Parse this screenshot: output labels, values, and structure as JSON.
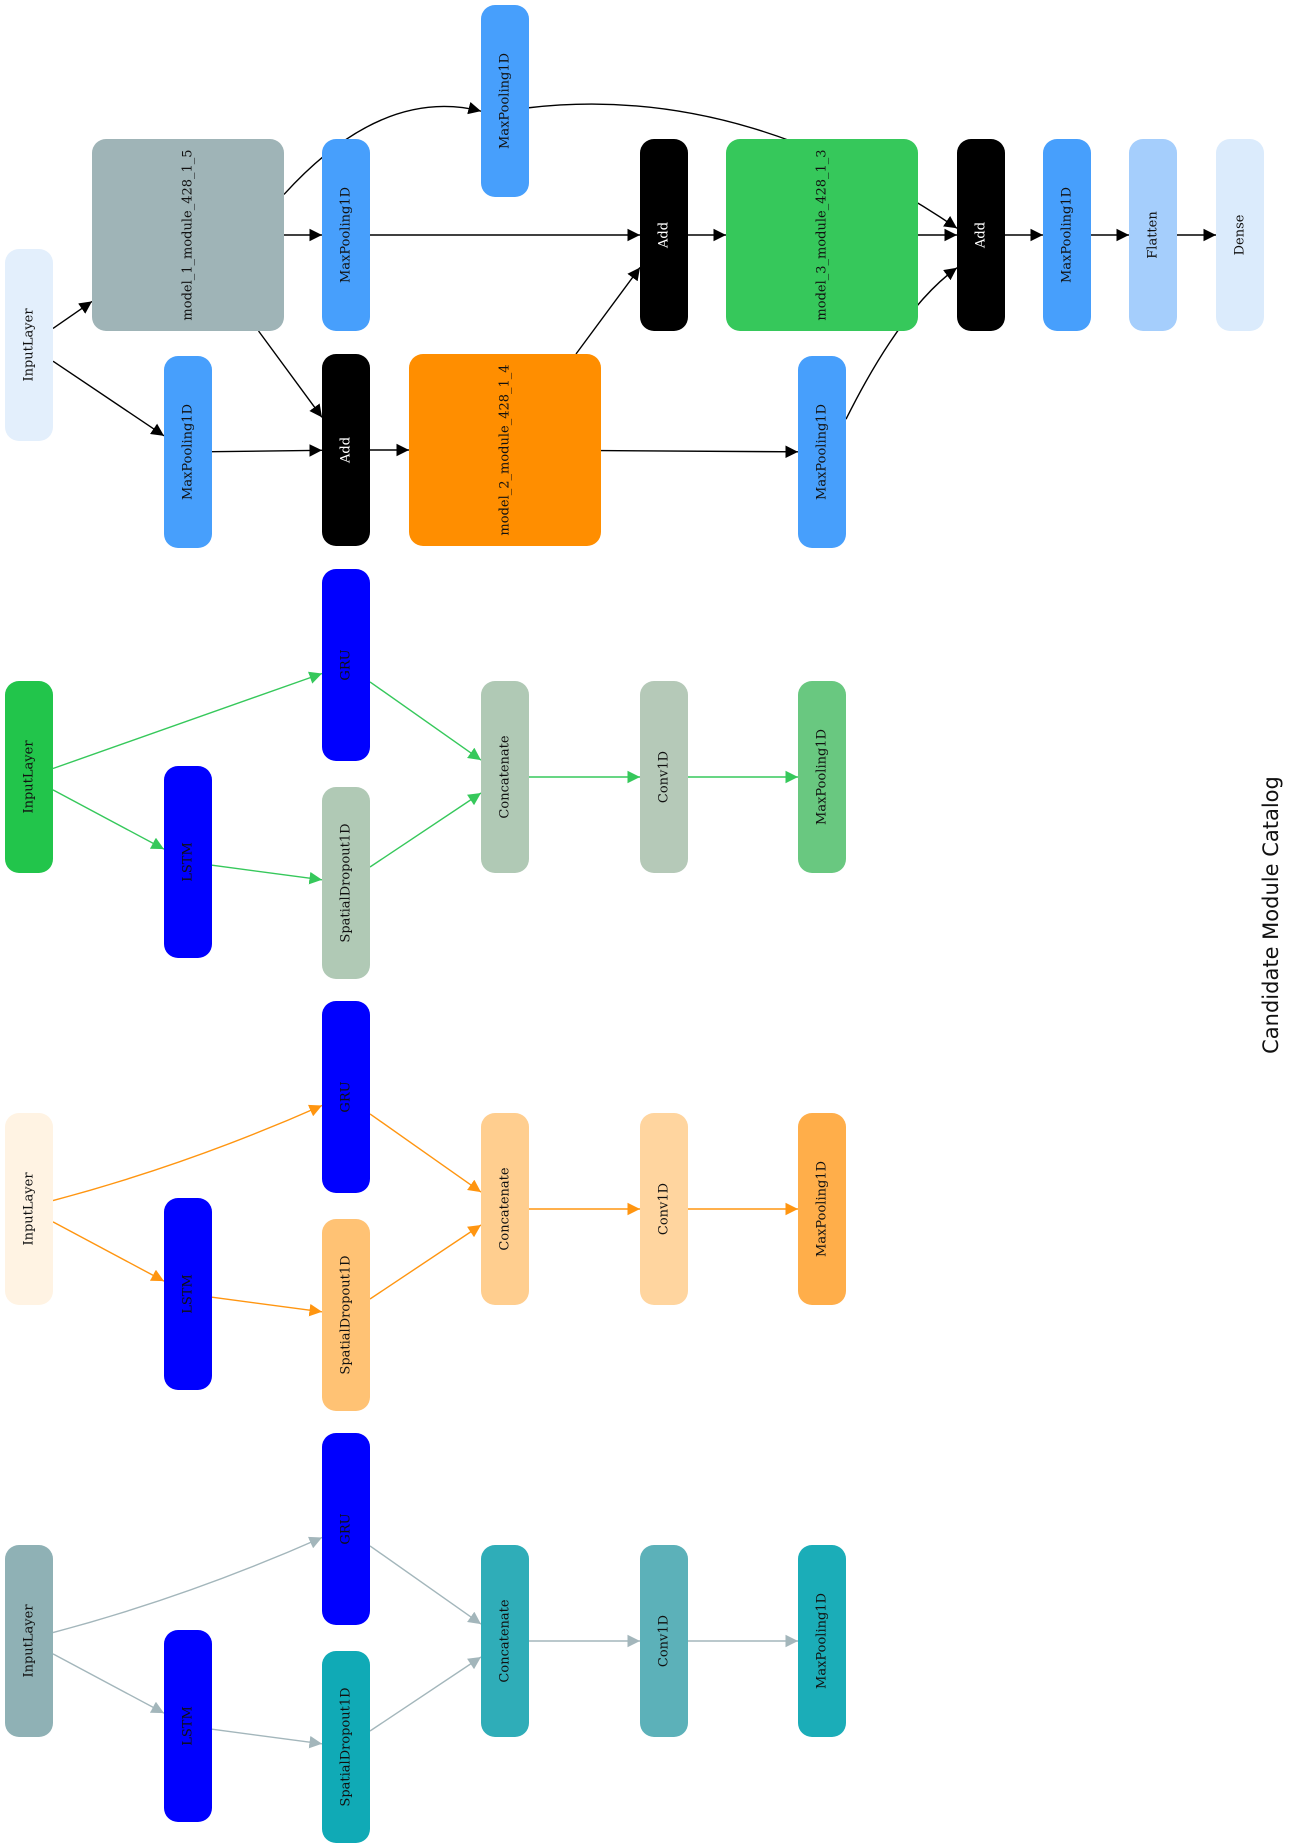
{
  "title": "Candidate Module Catalog",
  "modules": [
    {
      "id": "top",
      "edge_color": "#000000",
      "nodes": [
        {
          "id": "in",
          "label": "InputLayer",
          "fill": "#e3effc",
          "text": "#111111"
        },
        {
          "id": "m1",
          "label": "model_1_module_428_1_5",
          "fill": "#9fb4b7",
          "text": "#111111"
        },
        {
          "id": "mpA",
          "label": "MaxPooling1D",
          "fill": "#479ffc",
          "text": "#111111"
        },
        {
          "id": "mpB",
          "label": "MaxPooling1D",
          "fill": "#479ffc",
          "text": "#111111"
        },
        {
          "id": "mpC",
          "label": "MaxPooling1D",
          "fill": "#479ffc",
          "text": "#111111"
        },
        {
          "id": "add1",
          "label": "Add",
          "fill": "#000000",
          "text": "#ffffff"
        },
        {
          "id": "m2",
          "label": "model_2_module_428_1_4",
          "fill": "#ff8e00",
          "text": "#111111"
        },
        {
          "id": "add2",
          "label": "Add",
          "fill": "#000000",
          "text": "#ffffff"
        },
        {
          "id": "m3",
          "label": "model_3_module_428_1_3",
          "fill": "#36c85b",
          "text": "#111111"
        },
        {
          "id": "mpD",
          "label": "MaxPooling1D",
          "fill": "#479ffc",
          "text": "#111111"
        },
        {
          "id": "add3",
          "label": "Add",
          "fill": "#000000",
          "text": "#ffffff"
        },
        {
          "id": "mpE",
          "label": "MaxPooling1D",
          "fill": "#479ffc",
          "text": "#111111"
        },
        {
          "id": "flat",
          "label": "Flatten",
          "fill": "#a5cefc",
          "text": "#111111"
        },
        {
          "id": "dense",
          "label": "Dense",
          "fill": "#dbebfc",
          "text": "#111111"
        }
      ]
    },
    {
      "id": "green",
      "edge_color": "#36c85b",
      "nodes": [
        {
          "id": "in",
          "label": "InputLayer",
          "fill": "#22c54b",
          "text": "#111111"
        },
        {
          "id": "lstm",
          "label": "LSTM",
          "fill": "#0000ff",
          "text": "#111111"
        },
        {
          "id": "gru",
          "label": "GRU",
          "fill": "#0000ff",
          "text": "#111111"
        },
        {
          "id": "sd",
          "label": "SpatialDropout1D",
          "fill": "#b0c9b5",
          "text": "#111111"
        },
        {
          "id": "cat",
          "label": "Concatenate",
          "fill": "#b0c9b5",
          "text": "#111111"
        },
        {
          "id": "conv",
          "label": "Conv1D",
          "fill": "#b5c9b8",
          "text": "#111111"
        },
        {
          "id": "mp",
          "label": "MaxPooling1D",
          "fill": "#69c880",
          "text": "#111111"
        }
      ]
    },
    {
      "id": "orange",
      "edge_color": "#ff9510",
      "nodes": [
        {
          "id": "in",
          "label": "InputLayer",
          "fill": "#fff3e3",
          "text": "#111111"
        },
        {
          "id": "lstm",
          "label": "LSTM",
          "fill": "#0000ff",
          "text": "#111111"
        },
        {
          "id": "gru",
          "label": "GRU",
          "fill": "#0000ff",
          "text": "#111111"
        },
        {
          "id": "sd",
          "label": "SpatialDropout1D",
          "fill": "#ffc274",
          "text": "#111111"
        },
        {
          "id": "cat",
          "label": "Concatenate",
          "fill": "#ffce8f",
          "text": "#111111"
        },
        {
          "id": "conv",
          "label": "Conv1D",
          "fill": "#ffd59f",
          "text": "#111111"
        },
        {
          "id": "mp",
          "label": "MaxPooling1D",
          "fill": "#ffae4a",
          "text": "#111111"
        }
      ]
    },
    {
      "id": "teal",
      "edge_color": "#a3b6bb",
      "nodes": [
        {
          "id": "in",
          "label": "InputLayer",
          "fill": "#8fb1b5",
          "text": "#111111"
        },
        {
          "id": "lstm",
          "label": "LSTM",
          "fill": "#0000ff",
          "text": "#111111"
        },
        {
          "id": "gru",
          "label": "GRU",
          "fill": "#0000ff",
          "text": "#111111"
        },
        {
          "id": "sd",
          "label": "SpatialDropout1D",
          "fill": "#10aab6",
          "text": "#111111"
        },
        {
          "id": "cat",
          "label": "Concatenate",
          "fill": "#2fadb8",
          "text": "#111111"
        },
        {
          "id": "conv",
          "label": "Conv1D",
          "fill": "#5cb1b9",
          "text": "#111111"
        },
        {
          "id": "mp",
          "label": "MaxPooling1D",
          "fill": "#1badb8",
          "text": "#111111"
        }
      ]
    }
  ],
  "edges": {
    "top": [
      [
        "in",
        "m1"
      ],
      [
        "in",
        "mpA"
      ],
      [
        "m1",
        "mpC"
      ],
      [
        "m1",
        "mpB"
      ],
      [
        "m1",
        "add1"
      ],
      [
        "mpA",
        "add1"
      ],
      [
        "add1",
        "m2"
      ],
      [
        "mpB",
        "add2"
      ],
      [
        "m2",
        "add2"
      ],
      [
        "add2",
        "m3"
      ],
      [
        "m2",
        "mpD"
      ],
      [
        "m3",
        "add3"
      ],
      [
        "mpC",
        "add3"
      ],
      [
        "mpD",
        "add3"
      ],
      [
        "add3",
        "mpE"
      ],
      [
        "mpE",
        "flat"
      ],
      [
        "flat",
        "dense"
      ]
    ],
    "branch": [
      [
        "in",
        "gru"
      ],
      [
        "in",
        "lstm"
      ],
      [
        "lstm",
        "sd"
      ],
      [
        "gru",
        "cat"
      ],
      [
        "sd",
        "cat"
      ],
      [
        "cat",
        "conv"
      ],
      [
        "conv",
        "mp"
      ]
    ]
  }
}
